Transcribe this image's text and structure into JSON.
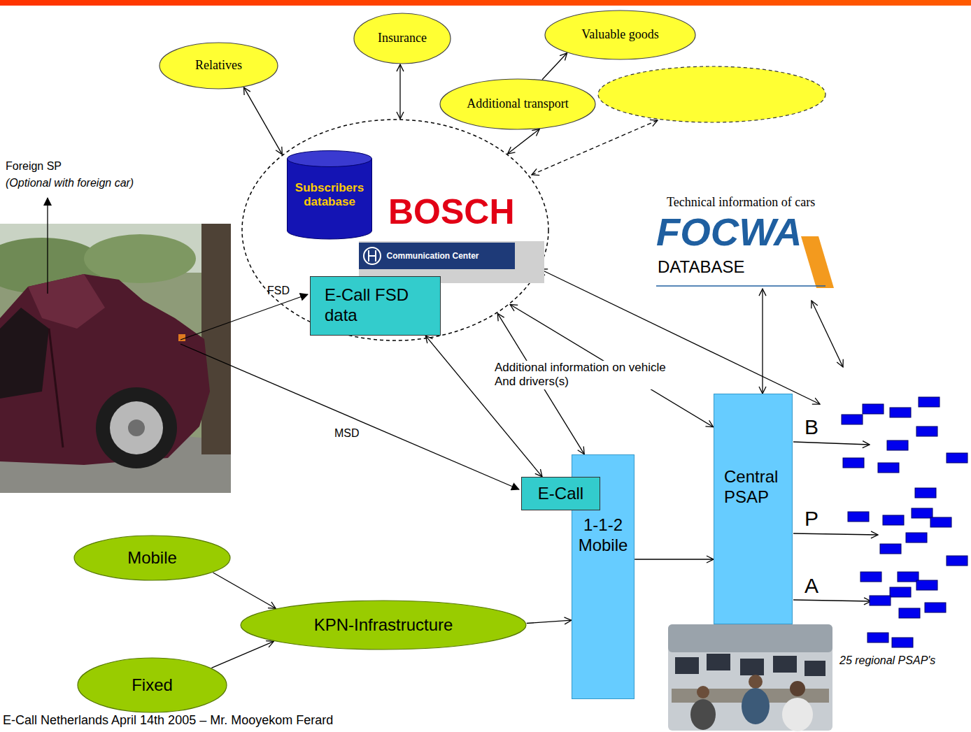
{
  "diagram": {
    "nodes": [
      {
        "text": [
          "Relatives"
        ]
      },
      {
        "text": [
          "Insurance"
        ]
      },
      {
        "text": [
          "Valuable goods"
        ]
      },
      {
        "text": [
          "Additional transport"
        ]
      },
      {
        "text": [
          "BOSCH"
        ]
      },
      {
        "text": [
          "Subscribers database"
        ],
        "in": 4
      },
      {
        "text": [
          "Communication Center"
        ],
        "in": 4
      },
      {
        "text": [
          "E-Call FSD data"
        ],
        "in": 4
      },
      {
        "text": [
          "Technical information of cars",
          "FOCWA",
          "DATABASE"
        ]
      },
      {
        "text": [
          "E-Call"
        ]
      },
      {
        "text": [
          "1-1-2 Mobile"
        ]
      },
      {
        "text": [
          "Central PSAP"
        ]
      },
      {
        "text": [
          "Mobile"
        ]
      },
      {
        "text": [
          "KPN-Infrastructure"
        ]
      },
      {
        "text": [
          "Fixed"
        ]
      }
    ],
    "edges": [
      {
        "from": 0,
        "to": 4,
        "arrow": "both"
      },
      {
        "from": 1,
        "to": 4,
        "arrow": "both"
      },
      {
        "from": 3,
        "to": 4,
        "arrow": "both"
      },
      {
        "from": 3,
        "to": 2,
        "arrow": "to"
      },
      {
        "from": 7,
        "to": 9,
        "arrow": "both"
      },
      {
        "from": 4,
        "to": 10,
        "arrow": "both"
      },
      {
        "from": 4,
        "to": 11,
        "arrow": "both"
      },
      {
        "from": 8,
        "to": 11,
        "arrow": "both"
      },
      {
        "from": 10,
        "to": 11,
        "arrow": "to"
      },
      {
        "from": 13,
        "to": 10,
        "arrow": "to"
      },
      {
        "from": 12,
        "to": 13,
        "arrow": "to"
      },
      {
        "from": 14,
        "to": 13,
        "arrow": "to"
      }
    ],
    "labels": [
      "Foreign SP",
      "(Optional with foreign car)",
      "FSD",
      "MSD",
      "Additional information on vehicle And drivers(s)",
      "B",
      "P",
      "A",
      "25 regional PSAP's",
      "E-Call Netherlands April 14th 2005 – Mr. Mooyekom Ferard"
    ]
  }
}
